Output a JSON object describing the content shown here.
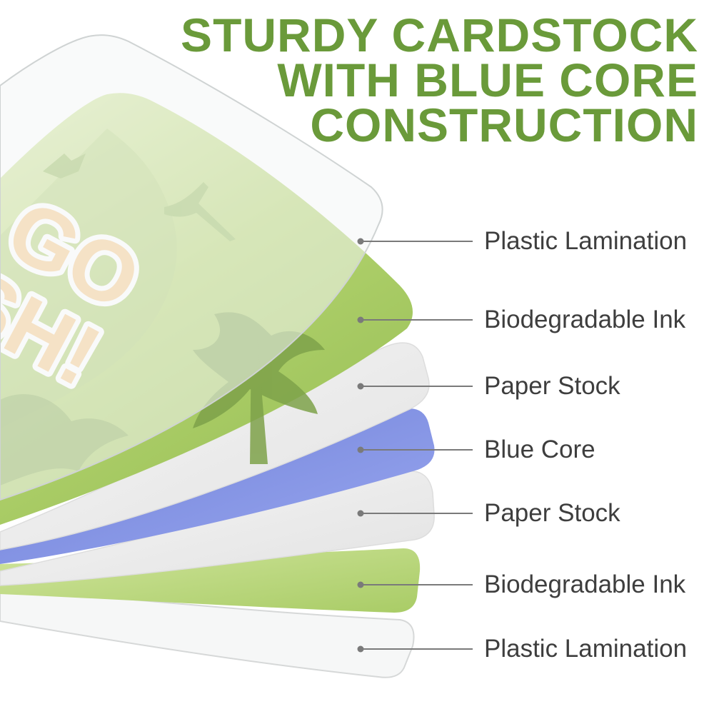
{
  "headline": {
    "lines": [
      "STURDY CARDSTOCK",
      "WITH BLUE CORE",
      "CONSTRUCTION"
    ],
    "color": "#6a9a3a"
  },
  "layers": [
    {
      "label": "Plastic Lamination",
      "color": "#f3f4f4"
    },
    {
      "label": "Biodegradable Ink",
      "color": "#b9d67c"
    },
    {
      "label": "Paper Stock",
      "color": "#ebebeb"
    },
    {
      "label": "Blue Core",
      "color": "#7f8fe0"
    },
    {
      "label": "Paper Stock",
      "color": "#ebebeb"
    },
    {
      "label": "Biodegradable Ink",
      "color": "#b9d67c"
    },
    {
      "label": "Plastic Lamination",
      "color": "#f3f4f4"
    }
  ],
  "card": {
    "wordmark_line1": "GO",
    "wordmark_line2": "SH!",
    "wordmark_fill": "#f5c98c"
  },
  "colors": {
    "leader_line": "#7a7a7a",
    "label_text": "#3e3e3e"
  }
}
